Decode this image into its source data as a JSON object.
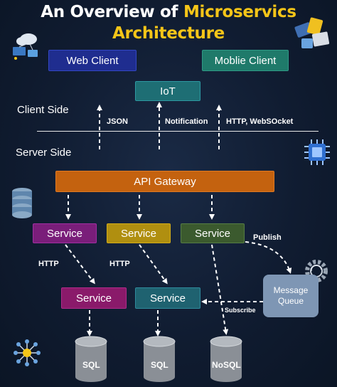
{
  "title": {
    "part1": "An Overview of ",
    "part2": "Microservics",
    "part3": "Architecture"
  },
  "clients": {
    "web": "Web Client",
    "mobile": "Moblie Client",
    "iot": "IoT"
  },
  "sides": {
    "client": "Client Side",
    "server": "Server Side"
  },
  "protocols": {
    "json": "JSON",
    "notification": "Notification",
    "http_ws": "HTTP, WebSOcket"
  },
  "gateway": "API Gateway",
  "services": {
    "s1": "Service",
    "s2": "Service",
    "s3": "Service",
    "s4": "Service",
    "s5": "Service"
  },
  "edge_labels": {
    "http_left": "HTTP",
    "http_mid": "HTTP",
    "publish": "Publish",
    "subscribe": "Subscribe"
  },
  "queue": "Message Queue",
  "databases": {
    "db1": "SQL",
    "db2": "SQL",
    "db3": "NoSQL"
  },
  "colors": {
    "background": "#101c31",
    "title_white": "#ffffff",
    "title_accent": "#f5c518",
    "web_client": "#1f2d8f",
    "mobile_client": "#1f7a6a",
    "iot": "#1e6e74",
    "gateway": "#c4620f",
    "service_purple": "#7a1e7a",
    "service_olive": "#b08f10",
    "service_green": "#3b5a2e",
    "service_magenta": "#8a1a6a",
    "service_teal": "#1f6270",
    "queue": "#7e96b4",
    "database": "#8a8f96"
  },
  "icons": [
    "cloud-network-icon",
    "devices-stack-icon",
    "database-stack-icon",
    "chip-icon",
    "gear-refresh-icon",
    "network-hub-icon"
  ]
}
